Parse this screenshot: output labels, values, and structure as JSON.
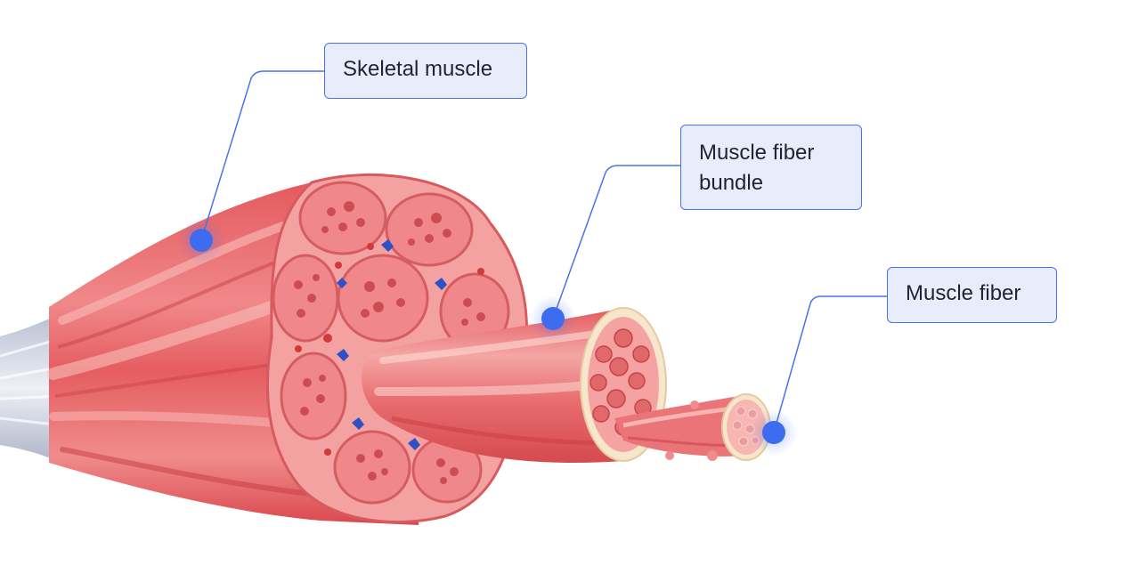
{
  "diagram": {
    "labels": {
      "skeletal_muscle": "Skeletal muscle",
      "muscle_fiber_bundle": "Muscle fiber\nbundle",
      "muscle_fiber": "Muscle fiber"
    }
  },
  "colors": {
    "accent": "#3d6cf0",
    "label_bg": "#e8edfc",
    "label_border": "#4a72e8",
    "muscle": "#e8686a",
    "muscle_light": "#f7b6b2",
    "section_fill": "#f6a9a8",
    "tendon": "#c9cedd",
    "vein": "#2f4fc4",
    "artery": "#d23a3a"
  }
}
